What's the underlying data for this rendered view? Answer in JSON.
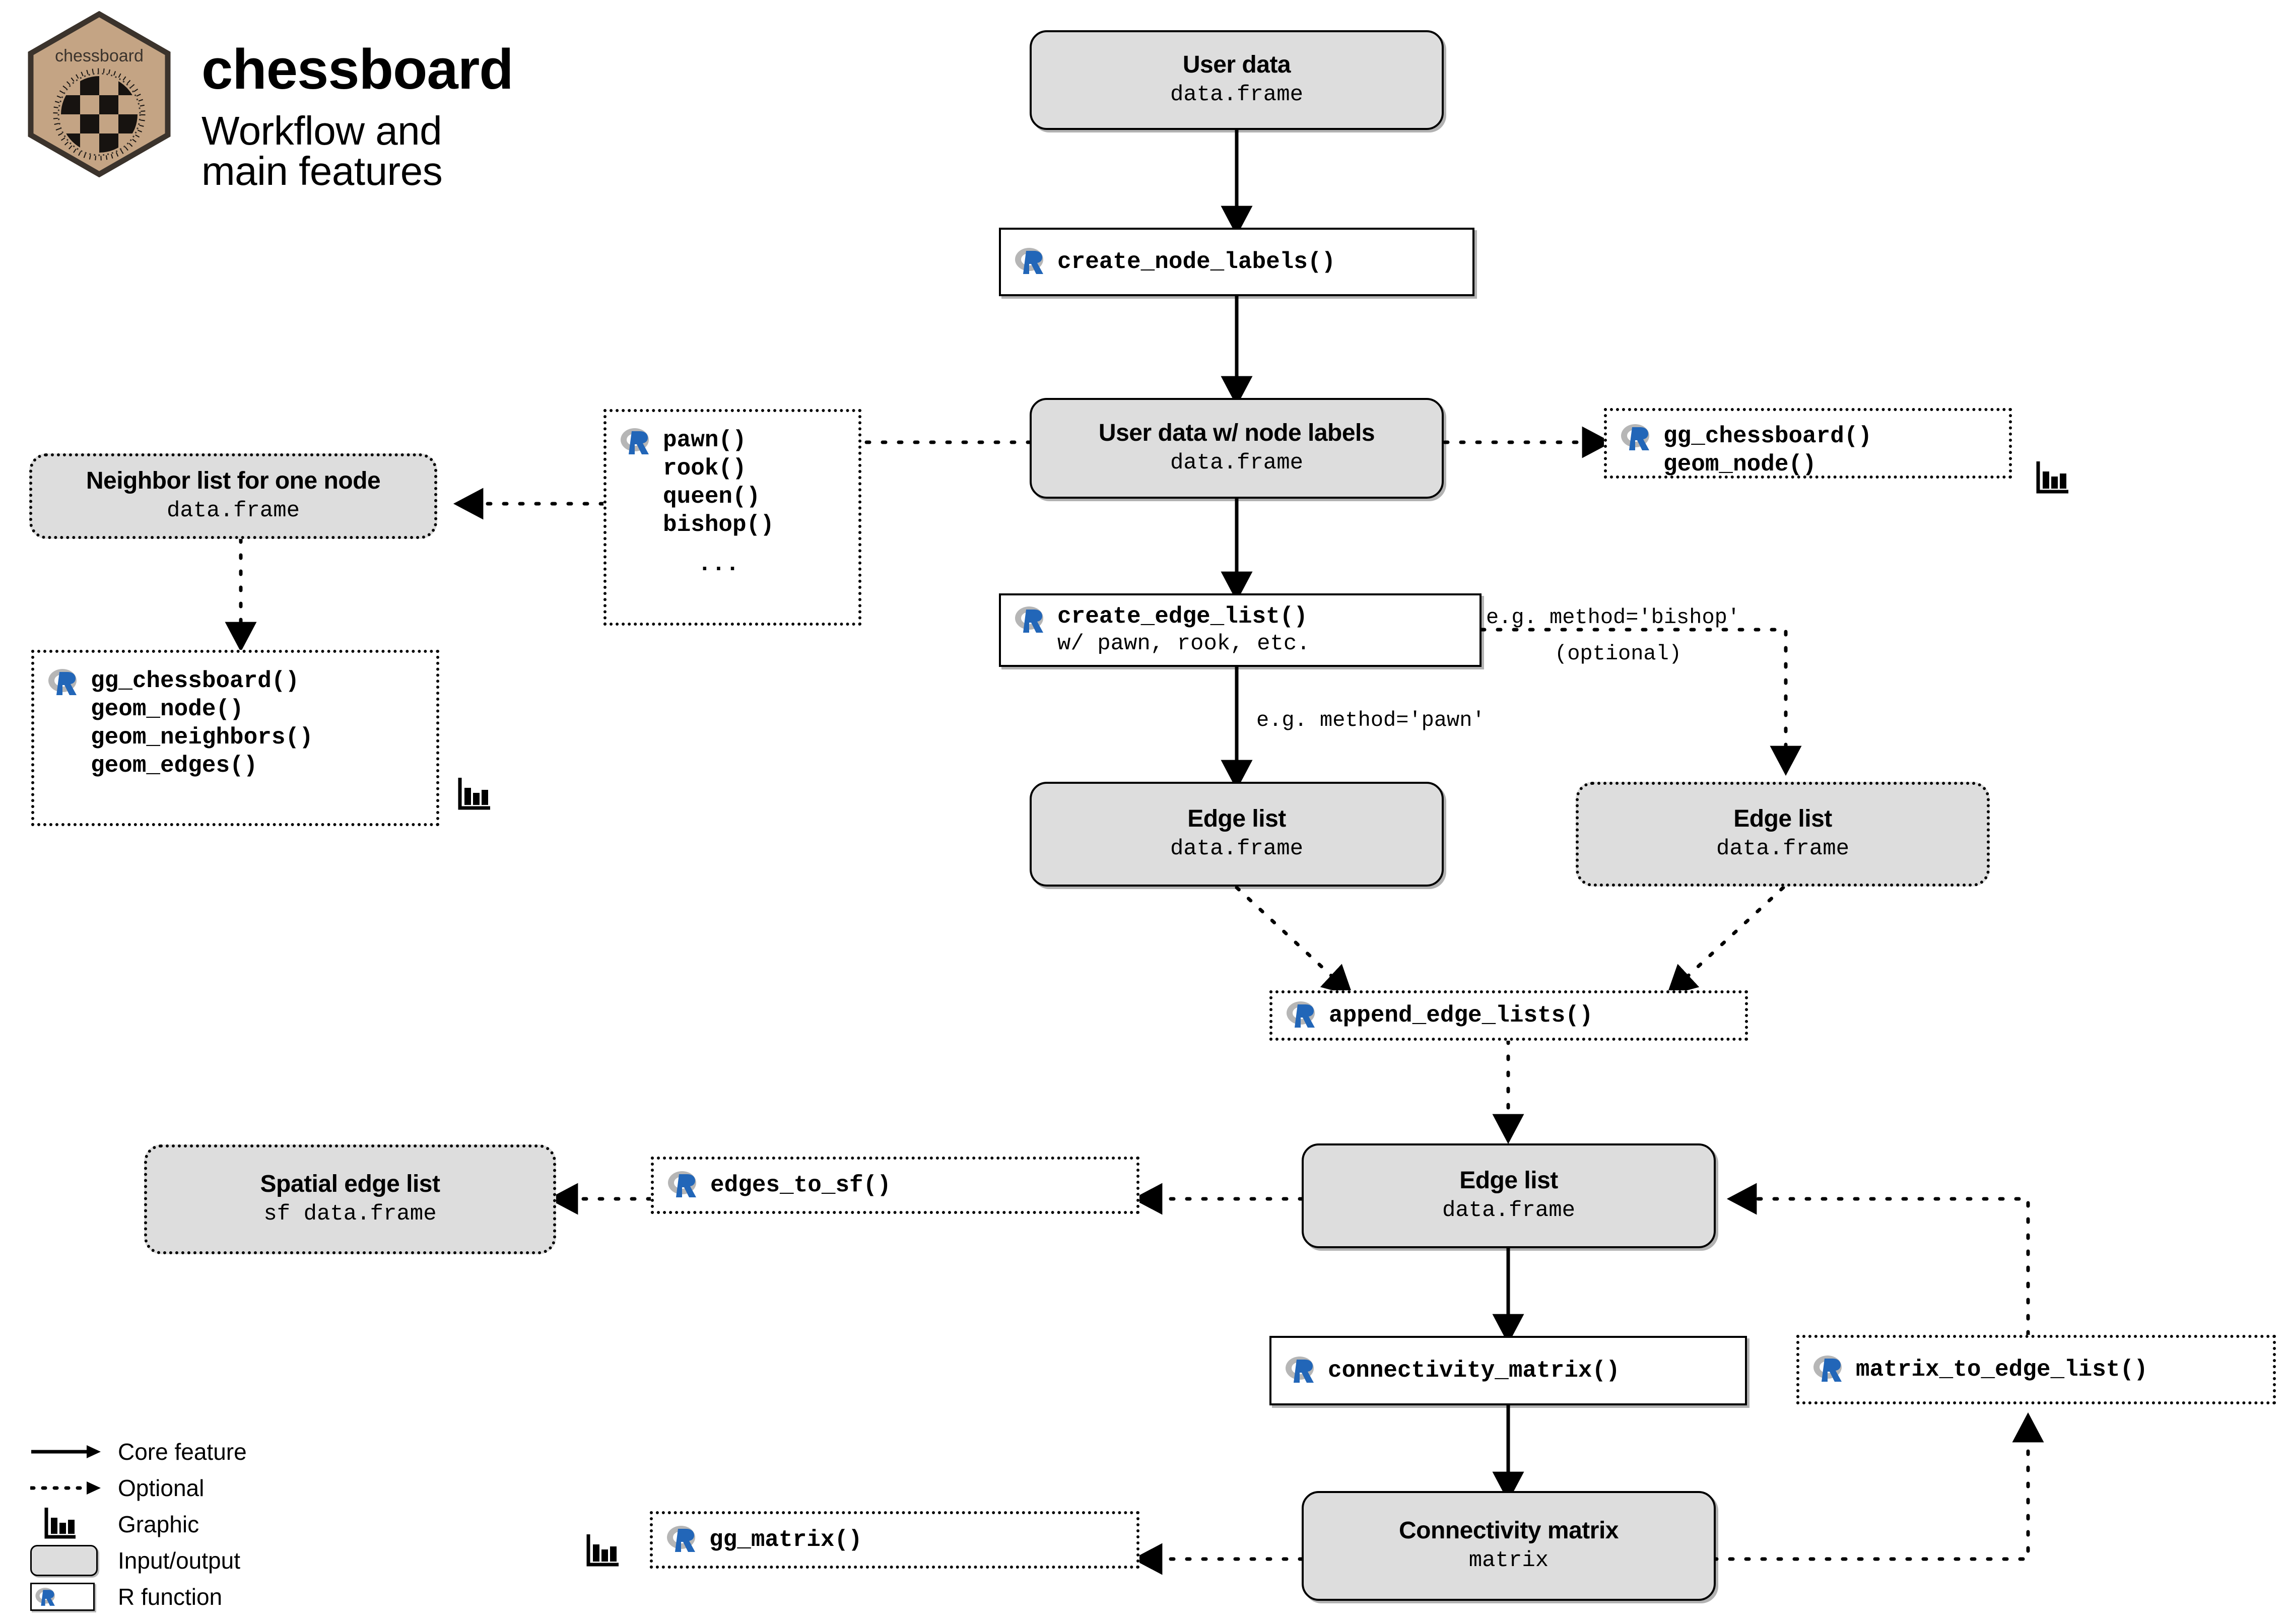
{
  "header": {
    "logo_text": "chessboard",
    "title": "chessboard",
    "subtitle": "Workflow and main features"
  },
  "colors": {
    "io_fill": "#dddddd",
    "border": "#000000",
    "r_blue": "#2266b8",
    "r_grey": "#b0b0b0",
    "logo_tan": "#c4a484",
    "logo_border": "#3b332c",
    "background": "#ffffff"
  },
  "nodes": {
    "user_data": {
      "title": "User data",
      "subtitle": "data.frame"
    },
    "create_node_labels": {
      "label": "create_node_labels()",
      "icon": "r-logo-icon"
    },
    "user_data_labels": {
      "title": "User data w/ node labels",
      "subtitle": "data.frame"
    },
    "piece_functions": {
      "icon": "r-logo-icon",
      "lines": [
        "pawn()",
        "rook()",
        "queen()",
        "bishop()",
        "..."
      ]
    },
    "gg_chessboard_node": {
      "icon": "r-logo-icon",
      "lines": [
        "gg_chessboard()",
        "geom_node()"
      ],
      "graphic": "bar-chart-icon"
    },
    "neighbor_list": {
      "title": "Neighbor list for one node",
      "subtitle": "data.frame"
    },
    "gg_chessboard_neighbors": {
      "icon": "r-logo-icon",
      "lines": [
        "gg_chessboard()",
        "geom_node()",
        "geom_neighbors()",
        "geom_edges()"
      ],
      "graphic": "bar-chart-icon"
    },
    "create_edge_list": {
      "icon": "r-logo-icon",
      "label": "create_edge_list()",
      "sublabel": "w/ pawn, rook, etc."
    },
    "edge_list_pawn": {
      "title": "Edge list",
      "subtitle": "data.frame"
    },
    "edge_list_bishop": {
      "title": "Edge list",
      "subtitle": "data.frame"
    },
    "append_edge_lists": {
      "icon": "r-logo-icon",
      "label": "append_edge_lists()"
    },
    "edge_list_main": {
      "title": "Edge list",
      "subtitle": "data.frame"
    },
    "edges_to_sf": {
      "icon": "r-logo-icon",
      "label": "edges_to_sf()"
    },
    "spatial_edge_list": {
      "title": "Spatial edge list",
      "subtitle": "sf data.frame"
    },
    "connectivity_matrix_fn": {
      "icon": "r-logo-icon",
      "label": "connectivity_matrix()"
    },
    "matrix_to_edge_list": {
      "icon": "r-logo-icon",
      "label": "matrix_to_edge_list()"
    },
    "connectivity_matrix": {
      "title": "Connectivity matrix",
      "subtitle": "matrix"
    },
    "gg_matrix": {
      "icon": "r-logo-icon",
      "label": "gg_matrix()",
      "graphic": "bar-chart-icon"
    }
  },
  "edge_labels": {
    "bishop_method": "e.g. method='bishop'",
    "bishop_optional": "(optional)",
    "pawn_method": "e.g. method='pawn'"
  },
  "legend": {
    "items": [
      {
        "key": "solid-arrow-icon",
        "label": "Core feature"
      },
      {
        "key": "dotted-arrow-icon",
        "label": "Optional"
      },
      {
        "key": "bar-chart-icon",
        "label": "Graphic"
      },
      {
        "key": "io-swatch",
        "label": "Input/output"
      },
      {
        "key": "r-logo-icon",
        "label": "R function"
      }
    ]
  }
}
